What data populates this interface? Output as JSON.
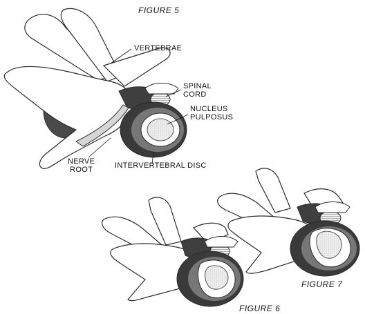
{
  "figures": {
    "fig5": {
      "caption": "FIGURE 5"
    },
    "fig6": {
      "caption": "FIGURE 6"
    },
    "fig7": {
      "caption": "FIGURE 7"
    }
  },
  "labels": {
    "vertebrae": "VERTEBRAE",
    "spinal_cord": "SPINAL\nCORD",
    "nucleus_pulposus": "NUCLEUS\nPULPOSUS",
    "nerve_root": "NERVE\nROOT",
    "intervertebral_disc": "INTERVERTEBRAL DISC"
  },
  "colors": {
    "background": "#ffffff",
    "bone_fill": "#ffffff",
    "outline": "#2a2a2a",
    "disc_dark": "#3a3a3a",
    "disc_shade": "#6e6e6e",
    "nucleus": "#eaeaea"
  }
}
